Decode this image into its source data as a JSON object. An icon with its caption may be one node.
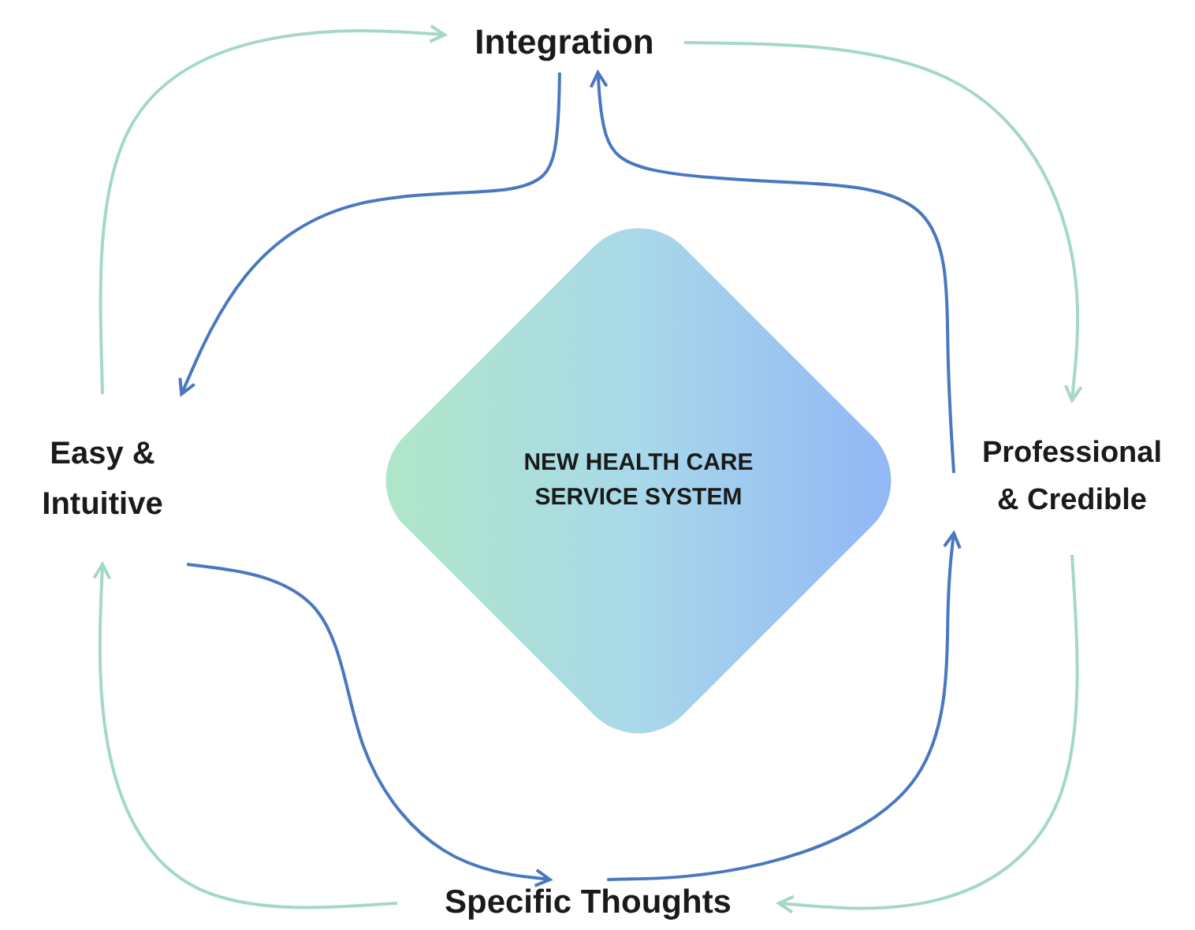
{
  "diagram": {
    "nodes": [
      {
        "text": [
          "Integration"
        ]
      },
      {
        "text": [
          "Easy & Intuitive"
        ]
      },
      {
        "text": [
          "NEW HEALTH CARE SERVICE SYSTEM"
        ]
      },
      {
        "text": [
          "Professional & Credible"
        ]
      },
      {
        "text": [
          "Specific Thoughts"
        ]
      }
    ],
    "edges": [
      {
        "from": 0,
        "to": 3,
        "arrow": "to",
        "color": "#a3d9c2"
      },
      {
        "from": 3,
        "to": 4,
        "arrow": "to",
        "color": "#a3d9c2"
      },
      {
        "from": 4,
        "to": 1,
        "arrow": "to",
        "color": "#a3d9c2"
      },
      {
        "from": 1,
        "to": 0,
        "arrow": "to",
        "color": "#a3d9c2"
      },
      {
        "from": 0,
        "to": 1,
        "arrow": "to",
        "color": "#4a78c0"
      },
      {
        "from": 3,
        "to": 0,
        "arrow": "to",
        "color": "#4a78c0"
      },
      {
        "from": 1,
        "to": 4,
        "arrow": "to",
        "color": "#4a78c0"
      },
      {
        "from": 4,
        "to": 3,
        "arrow": "to",
        "color": "#4a78c0"
      }
    ]
  }
}
